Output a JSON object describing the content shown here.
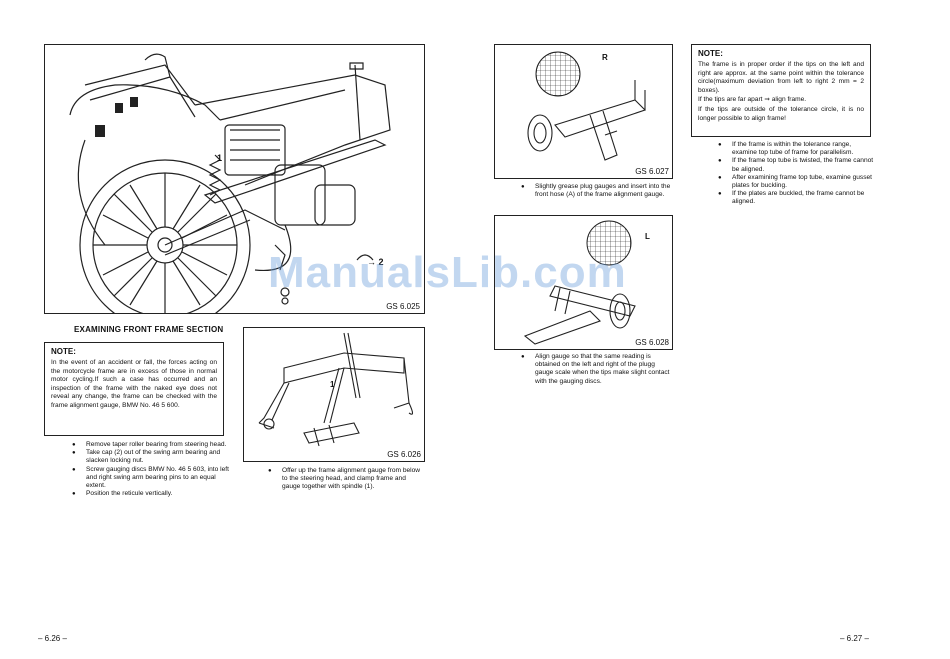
{
  "watermark": "ManualsLib.com",
  "figures": {
    "fig_025": {
      "label": "GS 6.025",
      "callout_1": "1",
      "callout_2": "→ 2"
    },
    "fig_026": {
      "label": "GS 6.026",
      "callout_1": "1"
    },
    "fig_027": {
      "label": "GS 6.027",
      "callout_r": "R"
    },
    "fig_028": {
      "label": "GS 6.028",
      "callout_l": "L"
    }
  },
  "left_page": {
    "heading": "EXAMINING FRONT FRAME SECTION",
    "note": {
      "title": "NOTE:",
      "text": "In the event of an accident or fall, the forces acting on the motorcycle frame are in excess of those in normal motor cycling.If such a case has occurred and an inspection of the frame with the naked eye does not reveal any change, the frame can be checked with the frame alignment gauge, BMW No. 46 5 600."
    },
    "bullets": [
      "Remove taper roller bearing from steering head.",
      "Take cap (2) out of the swing arm bearing and slacken locking nut.",
      "Screw gauging discs BMW No. 46 5 603, into left and right swing arm bearing pins to an equal extent.",
      "Position the reticule vertically."
    ],
    "mid_bullets": [
      "Offer up the frame alignment gauge from below to the steering head, and clamp frame and gauge together with spindle (1)."
    ],
    "page_number": "– 6.26 –"
  },
  "right_page": {
    "bullets_top": [
      "Slightly grease plug gauges and insert into the front hose (A) of the frame alignment gauge."
    ],
    "bullets_bottom": [
      "Align gauge so that the same reading is obtained on the left and right of the plugg gauge scale when the tips make slight contact with the gauging discs."
    ],
    "note": {
      "title": "NOTE:",
      "text1": "The frame is in proper order if the tips on the left and right are approx. at the same point within the tolerance circle(maximum deviation from left to right 2 mm = 2 boxes).",
      "text2": "If the tips are far apart ⇒ align frame.",
      "text3": "If the tips are outside of the tolerance circle, it is no longer possible to align frame!"
    },
    "bullets": [
      "If the frame is within the tolerance range, examine top tube of frame for parallelism.",
      "If the frame top tube is twisted, the frame cannot be aligned.",
      "After examining frame top tube, examine gusset plates for buckling.",
      "If the plates are buckled, the frame cannot be aligned."
    ],
    "page_number": "– 6.27 –"
  }
}
